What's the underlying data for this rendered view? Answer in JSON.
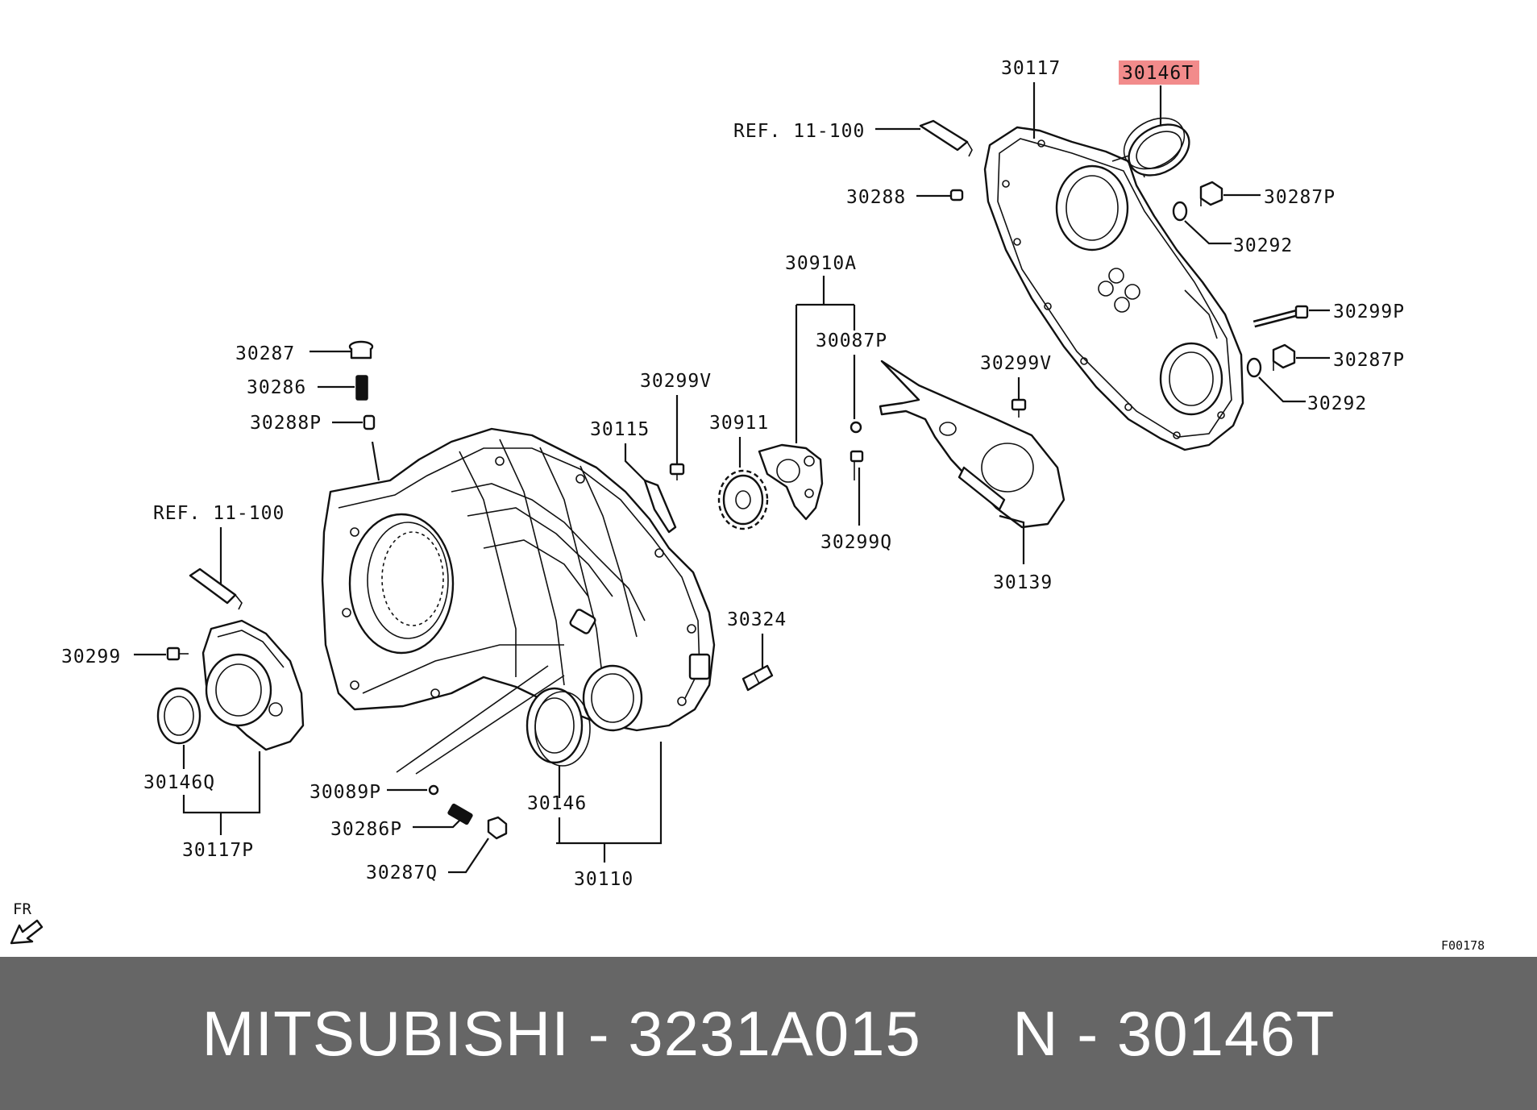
{
  "labels": {
    "l30117": "30117",
    "l30146T": "30146T",
    "lref_top": "REF. 11-100",
    "l30288": "30288",
    "l30287P_top": "30287P",
    "l30292_top": "30292",
    "l30910A": "30910A",
    "l30299P": "30299P",
    "l30087P": "30087P",
    "l30287P_mid": "30287P",
    "l30287": "30287",
    "l30299V_right": "30299V",
    "l30292_mid": "30292",
    "l30286": "30286",
    "l30299V_left": "30299V",
    "l30288P": "30288P",
    "l30911": "30911",
    "l30115": "30115",
    "l30299Q": "30299Q",
    "lref_left": "REF. 11-100",
    "l30139": "30139",
    "l30324": "30324",
    "l30299": "30299",
    "l30146Q": "30146Q",
    "l30089P": "30089P",
    "l30146": "30146",
    "l30286P": "30286P",
    "l30117P": "30117P",
    "l30287Q": "30287Q",
    "l30110": "30110",
    "fr": "FR",
    "figure_code": "F00178"
  },
  "highlight_color": "#f28b8b",
  "banner": {
    "text": "MITSUBISHI - 3231A015     N - 30146T",
    "background": "#666666",
    "color": "#ffffff"
  }
}
